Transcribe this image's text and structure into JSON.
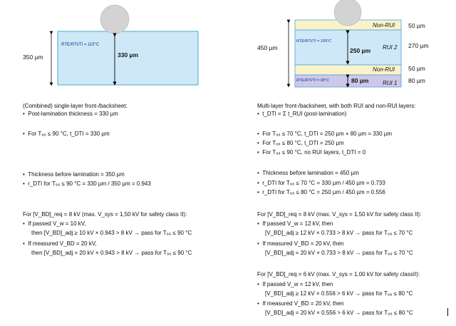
{
  "diagram": {
    "left": {
      "outer_dim": "350 µm",
      "layer_dim": "330 µm",
      "rte_label": "RTE/RTI/TI = 115°C"
    },
    "right": {
      "outer_dim": "450 µm",
      "top_label": "Non-RUI",
      "top_dim": "50 µm",
      "rui2_label": "RUI 2",
      "rui2_dim": "270 µm",
      "rui2_thick": "250 µm",
      "rte2_label": "RTE/RTI/TI = 105°C",
      "mid_label": "Non-RUI",
      "mid_dim": "50 µm",
      "rui1_label": "RUI 1",
      "rui1_dim": "80 µm",
      "rui1_thick": "80 µm",
      "rte1_label": "RTE/RTI/TI = 90°C"
    },
    "colors": {
      "sphere": "#d3d3d3",
      "layer_blue": "#cfe8f7",
      "layer_yellow": "#fbf3c8",
      "layer_purple": "#cdc8ea",
      "outline_blue": "#4aa3d8"
    }
  },
  "left_text": {
    "title": "(Combined) single-layer front-/backsheet:",
    "b1": "Post-lamination thickness = 330 µm",
    "b2": "For T₉₈ ≤ 90 °C, t_DTI = 330 µm",
    "b3": "Thickness before lamination = 350 µm",
    "b4": "r_DTI for T₉₈ ≤ 90 °C = 330 µm / 350 µm = 0.943",
    "req": "For [V_BD]_req = 8 kV (max. V_sys = 1,50 kV for safety class II):",
    "b5a": "If passed V_w = 10 kV,",
    "b5b": "then [V_BD]_adj ≥ 10 kV × 0.943 > 8 kV → pass for T₉₈ ≤ 90 °C",
    "b6a": "If measured V_BD = 20 kV,",
    "b6b": "then [V_BD]_adj = 20 kV × 0.943 > 8 kV → pass for T₉₈ ≤ 90 °C"
  },
  "right_text": {
    "title": "Multi-layer front-/backsheet, with both RUI and non-RUI layers:",
    "b1": "t_DTI = Σ t_RUI (post-lamination)",
    "b2": "For T₉₈ ≤ 70 °C, t_DTI = 250 µm + 80 µm = 330 µm",
    "b3": "For T₉₈ ≤ 80 °C, t_DTI = 250 µm",
    "b4": "For T₉₈ ≤ 90 °C, no RUI layers, t_DTI = 0",
    "b5": "Thickness before lamination = 450 µm",
    "b6": "r_DTI for T₉₈ ≤ 70 °C = 330 µm / 450 µm = 0.733",
    "b7": "r_DTI for T₉₈ ≤ 80 °C = 250 µm / 450 µm = 0.556",
    "req1": "For [V_BD]_req = 8 kV (max. V_sys = 1,50 kV for safety class II):",
    "c1a": "If passed V_w = 12 kV, then",
    "c1b": "[V_BD]_adj ≥ 12 kV × 0.733 > 8 kV → pass for T₉₈ ≤ 70 °C",
    "c2a": "If measured V_BD = 20 kV, then",
    "c2b": "[V_BD]_adj = 20 kV × 0.733 > 8 kV → pass for T₉₈ ≤ 70 °C",
    "req2": "For [V_BD]_req = 6 kV (max. V_sys = 1,00 kV for safety classII):",
    "d1a": "If passed V_w = 12 kV, then",
    "d1b": "[V_BD]_adj ≥ 12 kV × 0.556 > 6 kV → pass for T₉₈ ≤ 80 °C",
    "d2a": "If measured V_BD = 20 kV, then",
    "d2b": "[V_BD]_adj = 20 kV × 0.556 > 6 kV → pass for T₉₈ ≤ 80 °C"
  }
}
